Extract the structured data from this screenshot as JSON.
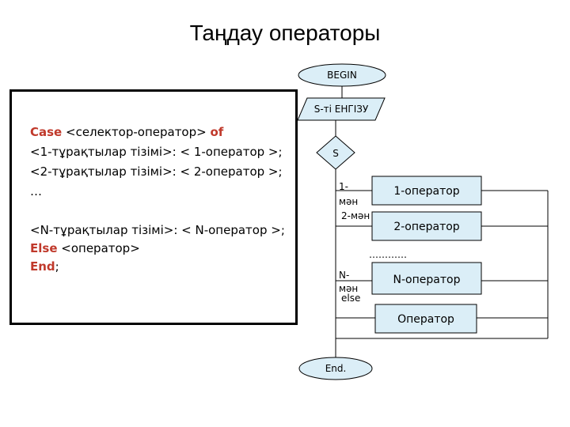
{
  "title": "Таңдау операторы",
  "code": {
    "line1_kw1": "Case",
    "line1_text": " <селектор-оператор> ",
    "line1_kw2": "of",
    "line2": "<1-тұрақтылар тізімі>: < 1-оператор >;",
    "line3": "<2-тұрақтылар тізімі>: < 2-оператор >;",
    "line4": "…",
    "line5": "<N-тұрақтылар тізімі>: < N-оператор >;",
    "line6_kw": "Else",
    "line6_text": " <оператор>",
    "line7_kw": "End",
    "line7_text": ";"
  },
  "flowchart": {
    "begin": "BEGIN",
    "input": "S-ті ЕНГІЗУ",
    "decision": "S",
    "op1": "1-оператор",
    "op2": "2-оператор",
    "dots": "…………",
    "opN": "N-оператор",
    "op_else": "Оператор",
    "end": "End.",
    "label_1a": "1-",
    "label_1b": "мән",
    "label_2": "2-мән",
    "label_Na": "N-",
    "label_Nb": "мән",
    "label_else": "else"
  },
  "colors": {
    "shape_fill": "#dbeef7",
    "keyword": "#c0392b",
    "line": "#000000"
  }
}
